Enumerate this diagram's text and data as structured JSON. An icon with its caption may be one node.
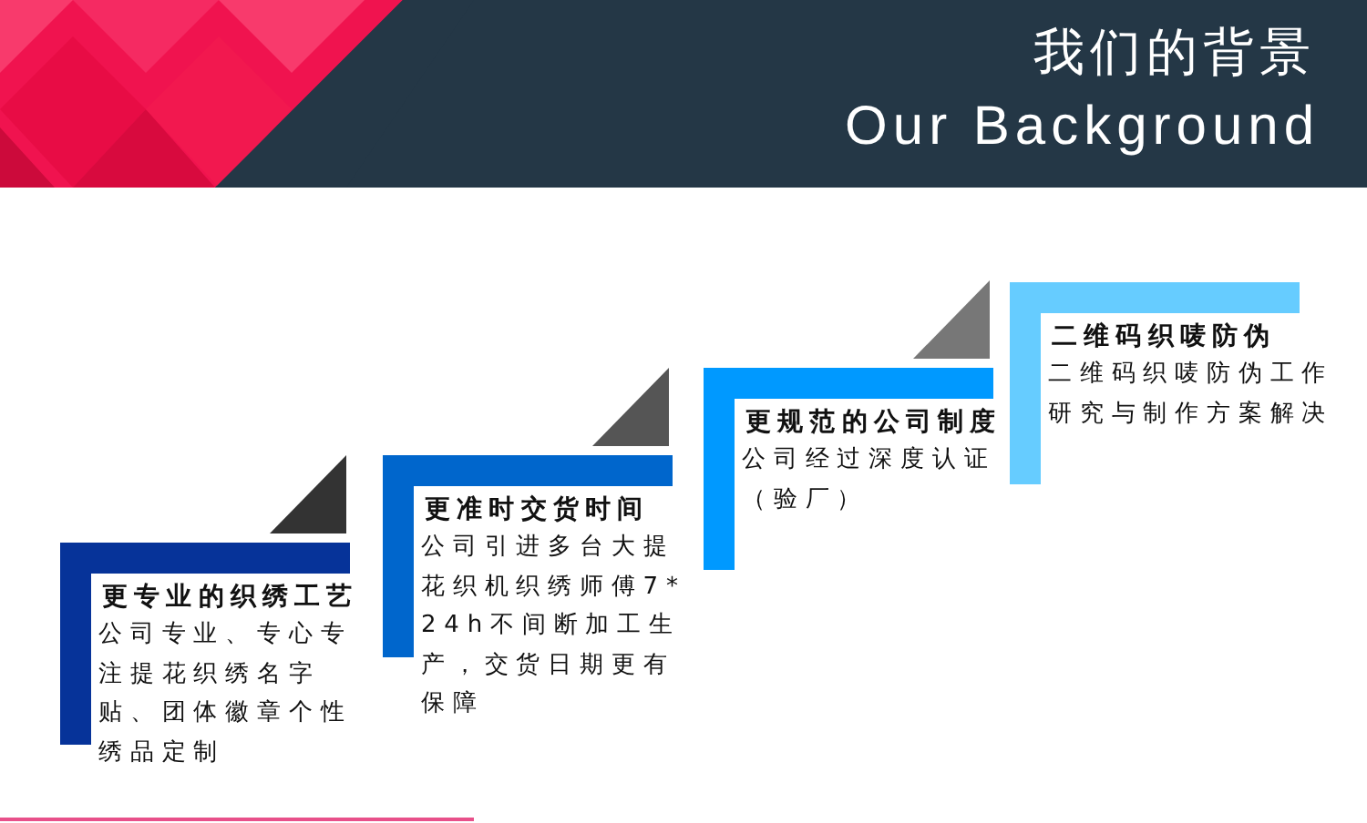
{
  "diagram": {
    "title": "我们的背景",
    "nodes": [
      {
        "text": [
          "更专业的织绣工艺",
          "公司专业、专心专注提花织绣名字贴、团体徽章个性绣品定制"
        ]
      },
      {
        "text": [
          "更准时交货时间",
          "公司引进多台大提花织机织绣师傅7*24h不间断加工生产，交货日期更有保障"
        ]
      },
      {
        "text": [
          "更规范的公司制度",
          "公司经过深度认证（验厂）"
        ]
      },
      {
        "text": [
          "二维码织唛防伪",
          "二维码织唛防伪工作研究与制作方案解决"
        ]
      }
    ],
    "labels": [
      "Our Background"
    ]
  }
}
